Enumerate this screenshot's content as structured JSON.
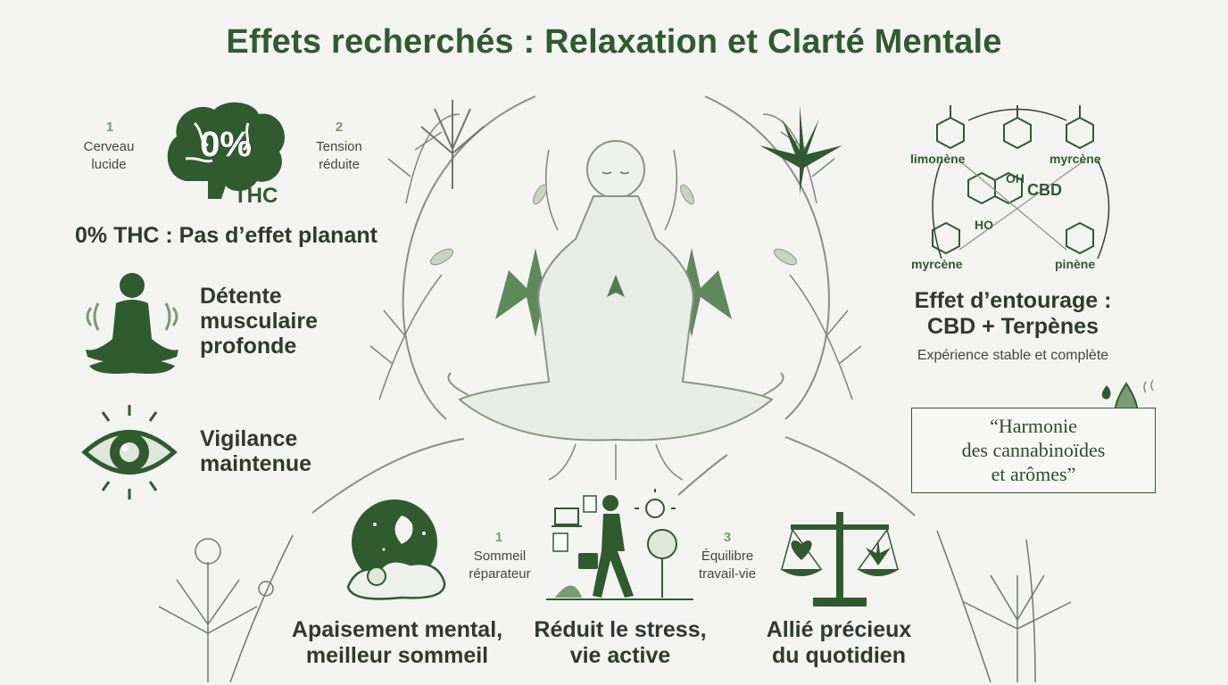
{
  "title": "Effets recherchés : Relaxation et Clarté Mentale",
  "thc": {
    "left_num": "1",
    "left_text": "Cerveau lucide",
    "right_num": "2",
    "right_text": "Tension réduite",
    "brain_value": "0%",
    "brain_label": "THC",
    "caption": "0% THC : Pas d’effet planant"
  },
  "left_items": [
    {
      "label": "Détente musculaire profonde"
    },
    {
      "label": "Vigilance maintenue"
    }
  ],
  "molecules": {
    "labels": [
      "limonène",
      "myrcène",
      "CBD",
      "myrcène",
      "pinène"
    ],
    "oh": "OH",
    "ho": "HO"
  },
  "entourage": {
    "title_line1": "Effet d’entourage :",
    "title_line2": "CBD + Terpènes",
    "subtitle": "Expérience stable et complète"
  },
  "quote": {
    "line1": "“Harmonie",
    "line2": "des cannabinoïdes",
    "line3": "et arômes”"
  },
  "bottom": {
    "num1": "1",
    "side1": "Sommeil réparateur",
    "num3": "3",
    "side3": "Équilibre travail-vie",
    "items": [
      {
        "label_line1": "Apaisement mental,",
        "label_line2": "meilleur sommeil"
      },
      {
        "label_line1": "Réduit le stress,",
        "label_line2": "vie active"
      },
      {
        "label_line1": "Allié précieux",
        "label_line2": "du quotidien"
      }
    ]
  },
  "colors": {
    "primary": "#2f5b2f",
    "accent": "#4f7d4a",
    "light": "#dfe6da",
    "background": "#f3f4f1"
  }
}
